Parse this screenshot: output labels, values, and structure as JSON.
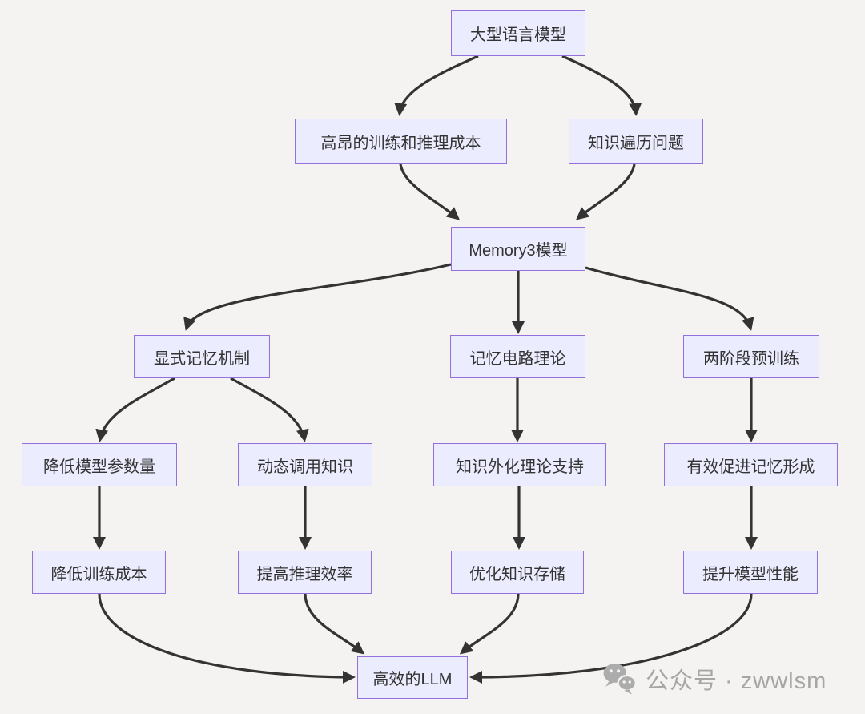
{
  "diagram": {
    "title_hint": "Memory3 model flowchart",
    "nodes": {
      "n1": {
        "label": "大型语言模型"
      },
      "n2a": {
        "label": "高昂的训练和推理成本"
      },
      "n2b": {
        "label": "知识遍历问题"
      },
      "n3": {
        "label": "Memory3模型"
      },
      "n4a": {
        "label": "显式记忆机制"
      },
      "n4b": {
        "label": "记忆电路理论"
      },
      "n4c": {
        "label": "两阶段预训练"
      },
      "n5a": {
        "label": "降低模型参数量"
      },
      "n5b": {
        "label": "动态调用知识"
      },
      "n5c": {
        "label": "知识外化理论支持"
      },
      "n5d": {
        "label": "有效促进记忆形成"
      },
      "n6a": {
        "label": "降低训练成本"
      },
      "n6b": {
        "label": "提高推理效率"
      },
      "n6c": {
        "label": "优化知识存储"
      },
      "n6d": {
        "label": "提升模型性能"
      },
      "n7": {
        "label": "高效的LLM"
      }
    },
    "edges": [
      {
        "from": "大型语言模型",
        "to": "高昂的训练和推理成本"
      },
      {
        "from": "大型语言模型",
        "to": "知识遍历问题"
      },
      {
        "from": "高昂的训练和推理成本",
        "to": "Memory3模型"
      },
      {
        "from": "知识遍历问题",
        "to": "Memory3模型"
      },
      {
        "from": "Memory3模型",
        "to": "显式记忆机制"
      },
      {
        "from": "Memory3模型",
        "to": "记忆电路理论"
      },
      {
        "from": "Memory3模型",
        "to": "两阶段预训练"
      },
      {
        "from": "显式记忆机制",
        "to": "降低模型参数量"
      },
      {
        "from": "显式记忆机制",
        "to": "动态调用知识"
      },
      {
        "from": "记忆电路理论",
        "to": "知识外化理论支持"
      },
      {
        "from": "两阶段预训练",
        "to": "有效促进记忆形成"
      },
      {
        "from": "降低模型参数量",
        "to": "降低训练成本"
      },
      {
        "from": "动态调用知识",
        "to": "提高推理效率"
      },
      {
        "from": "知识外化理论支持",
        "to": "优化知识存储"
      },
      {
        "from": "有效促进记忆形成",
        "to": "提升模型性能"
      },
      {
        "from": "降低训练成本",
        "to": "高效的LLM"
      },
      {
        "from": "提高推理效率",
        "to": "高效的LLM"
      },
      {
        "from": "优化知识存储",
        "to": "高效的LLM"
      },
      {
        "from": "提升模型性能",
        "to": "高效的LLM"
      }
    ]
  },
  "watermark": {
    "icon": "wechat-icon",
    "text": "公众号 · zwwlsm"
  },
  "colors": {
    "background": "#f4f3f1",
    "node_fill": "#ececff",
    "node_border": "#9370db",
    "node_text": "#333333",
    "edge": "#333333",
    "watermark": "#a6a6a6"
  }
}
